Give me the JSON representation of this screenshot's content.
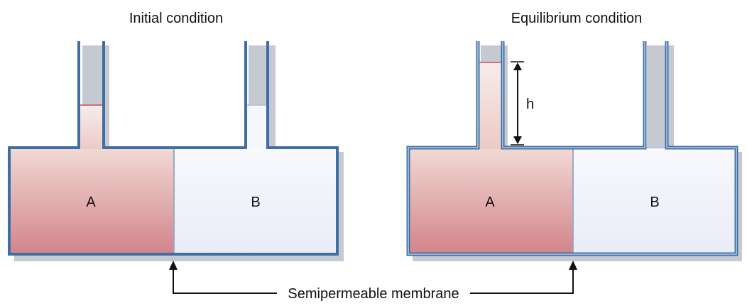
{
  "panels": {
    "initial": {
      "title": "Initial condition",
      "left_label": "A",
      "right_label": "B"
    },
    "equilibrium": {
      "title": "Equilibrium condition",
      "left_label": "A",
      "right_label": "B",
      "height_label": "h"
    }
  },
  "membrane_label": "Semipermeable membrane",
  "colors": {
    "wall": "#3f6ea3",
    "wall_light": "#7fa5cc",
    "shadow": "#c4c9d2",
    "solution_top": "#f1d9d4",
    "solution_bottom": "#d2848a",
    "water_top": "#f8f9fc",
    "water_bottom": "#e9ecf8",
    "meniscus_a": "#d24a4a",
    "meniscus_b": "#b9bcd8",
    "membrane": "#9aaac4",
    "arrow": "#111111"
  }
}
